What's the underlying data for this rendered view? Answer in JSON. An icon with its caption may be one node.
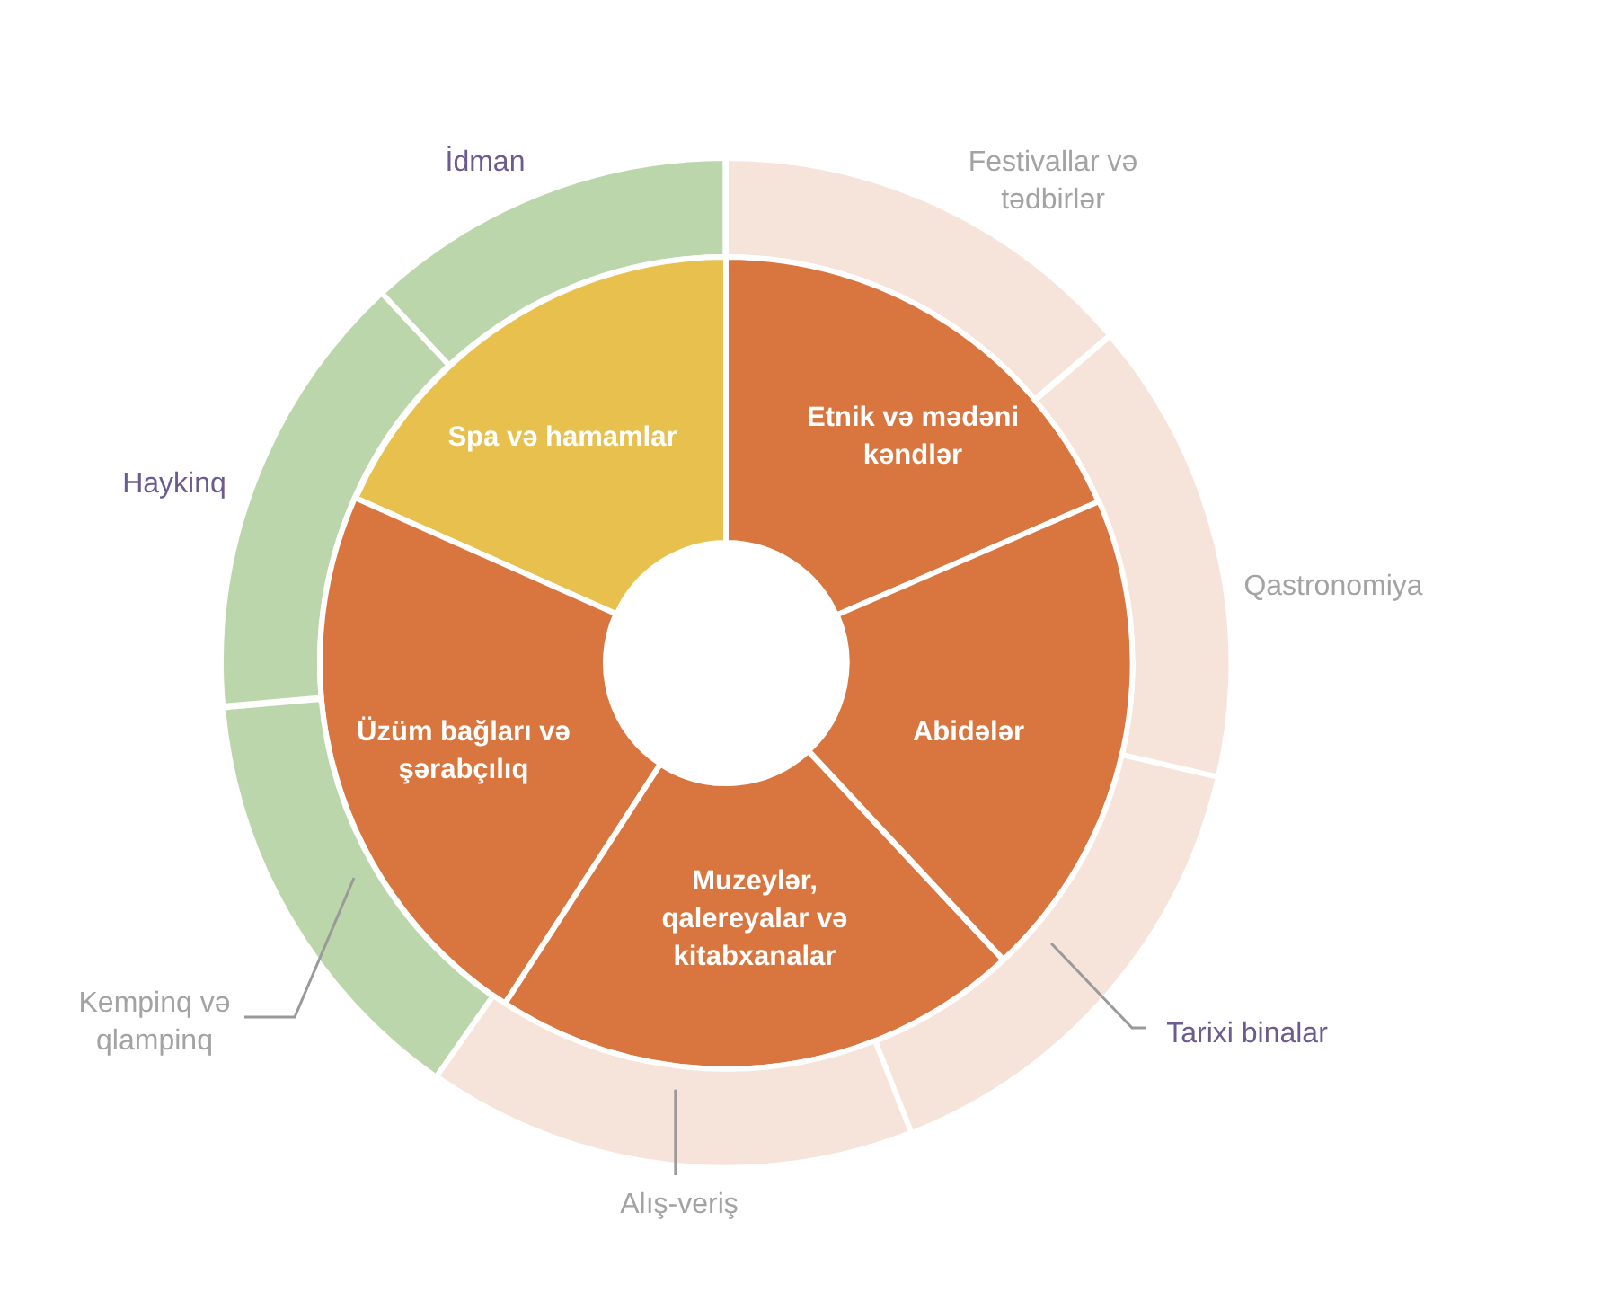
{
  "diagram": {
    "nodes": [
      {
        "text": [
          "İdman"
        ]
      },
      {
        "text": [
          "Festivallar və tədbirlər"
        ]
      },
      {
        "text": [
          "Haykinq"
        ]
      },
      {
        "text": [
          "Spa və hamamlar"
        ]
      },
      {
        "text": [
          "Etnik və mədəni kəndlər"
        ]
      },
      {
        "text": [
          "Qastronomiya"
        ]
      },
      {
        "text": [
          "Üzüm bağları və şərabçılıq"
        ]
      },
      {
        "text": [
          "Abidələr"
        ]
      },
      {
        "text": [
          "Muzeylər, qalereyalar və kitabxanalar"
        ]
      },
      {
        "text": [
          "Kempinq və qlampinq"
        ]
      },
      {
        "text": [],
        "shape": "arc"
      },
      {
        "text": [
          "Tarixi binalar"
        ]
      },
      {
        "text": [],
        "shape": "arc"
      },
      {
        "text": [],
        "shape": "arc"
      },
      {
        "text": [
          "Alış-veriş"
        ]
      }
    ],
    "edges": [
      {
        "from": 9,
        "to": 10,
        "arrow": "none"
      },
      {
        "from": 11,
        "to": 12,
        "arrow": "none"
      },
      {
        "from": 14,
        "to": 13,
        "arrow": "none"
      }
    ]
  }
}
